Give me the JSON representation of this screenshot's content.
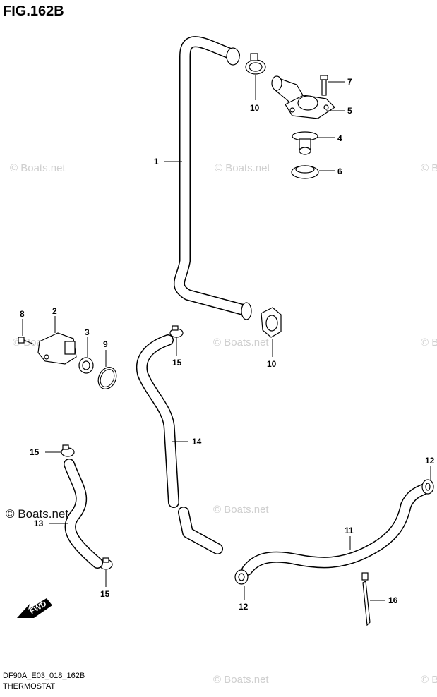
{
  "figure": {
    "title": "FIG.162B",
    "code": "DF90A_E03_018_162B",
    "name": "THERMOSTAT"
  },
  "watermark": "© Boats.net",
  "fwd_label": "FWD",
  "callouts": [
    "1",
    "2",
    "3",
    "4",
    "5",
    "6",
    "7",
    "8",
    "9",
    "10",
    "10",
    "11",
    "12",
    "12",
    "13",
    "14",
    "15",
    "15",
    "15",
    "16"
  ]
}
